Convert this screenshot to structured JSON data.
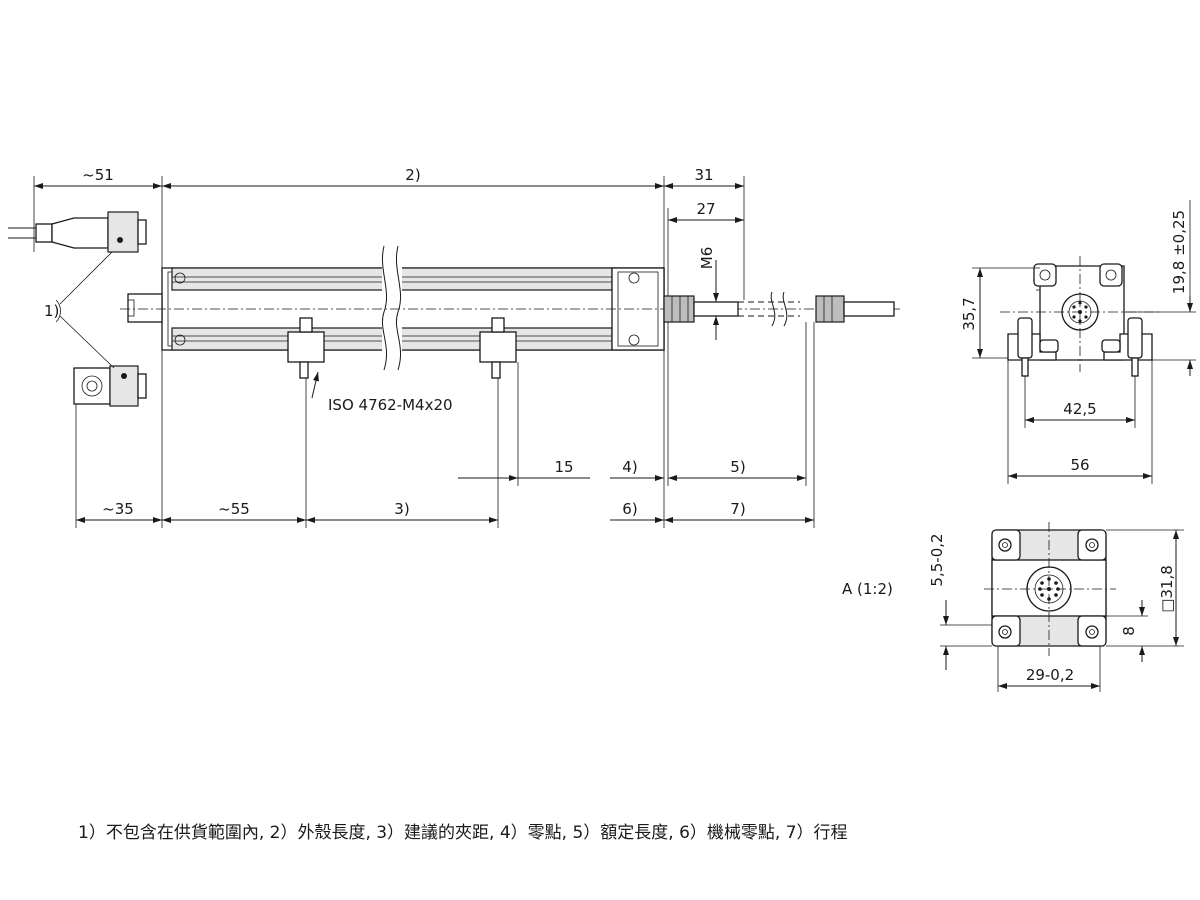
{
  "dimensions": {
    "d_51": "~51",
    "d_len": "2)",
    "d_31": "31",
    "d_27": "27",
    "d_m6": "M6",
    "d_35": "~35",
    "d_55": "~55",
    "d_clamp": "3)",
    "d_15": "15",
    "d_zero": "4)",
    "d_rated": "5)",
    "d_mechzero": "6)",
    "d_stroke": "7)",
    "d_198": "19,8 ±0,25",
    "d_357": "35,7",
    "d_425": "42,5",
    "d_56": "56",
    "d_55_02": "5,5-0,2",
    "d_318": "□31,8",
    "d_8": "8",
    "d_29": "29-0,2"
  },
  "labels": {
    "connector_ref": "1)",
    "screw": "ISO 4762-M4x20",
    "view_a": "A (1:2)"
  },
  "footnote": "1）不包含在供貨範圍內, 2）外殼長度, 3）建議的夾距, 4）零點, 5）額定長度, 6）機械零點, 7）行程"
}
